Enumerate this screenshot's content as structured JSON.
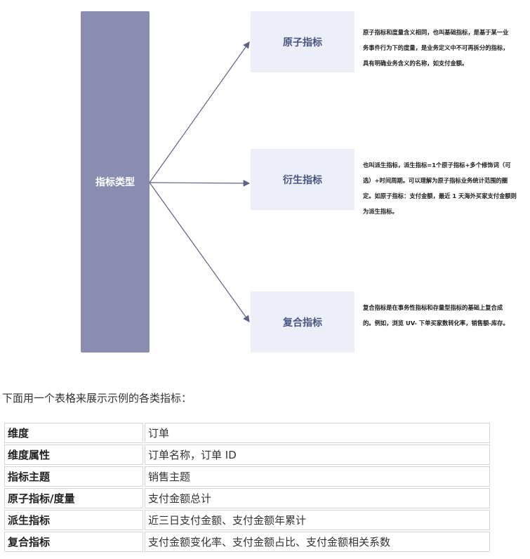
{
  "diagram": {
    "root": "指标类型",
    "nodes": [
      {
        "label": "原子指标",
        "desc": [
          "原子指标和度量含义相同，也叫基础指标，是基于某一业",
          "务事件行为下的度量，是业务定义中不可再拆分的指标，",
          "具有明确业务含义的名称，如支付金额。"
        ]
      },
      {
        "label": "衍生指标",
        "desc": [
          "也叫派生指标，派生指标=1个原子指标+多个修饰词（可",
          "选）+时间周期。可以理解为原子指标业务统计范围的圈",
          "定。如原子指标：支付金额，最近 1 天海外买家支付金额则",
          "为派生指标。"
        ]
      },
      {
        "label": "复合指标",
        "desc": [
          "复合指标是在事务性指标和存量型指标的基础上复合成",
          "的。例如，浏览 UV- 下单买家数转化率，销售额-库存。"
        ]
      }
    ],
    "colors": {
      "root": "#8a8db0",
      "node": "#eceef8",
      "arrow": "#5a6288"
    }
  },
  "intro": "下面用一个表格来展示示例的各类指标：",
  "table": [
    {
      "k": "维度",
      "v": "订单"
    },
    {
      "k": "维度属性",
      "v": "订单名称，订单 ID"
    },
    {
      "k": "指标主题",
      "v": "销售主题"
    },
    {
      "k": "原子指标/度量",
      "v": "支付金额总计"
    },
    {
      "k": "派生指标",
      "v": "近三日支付金额、支付金额年累计"
    },
    {
      "k": "复合指标",
      "v": "支付金额变化率、支付金额占比、支付金额相关系数"
    }
  ]
}
